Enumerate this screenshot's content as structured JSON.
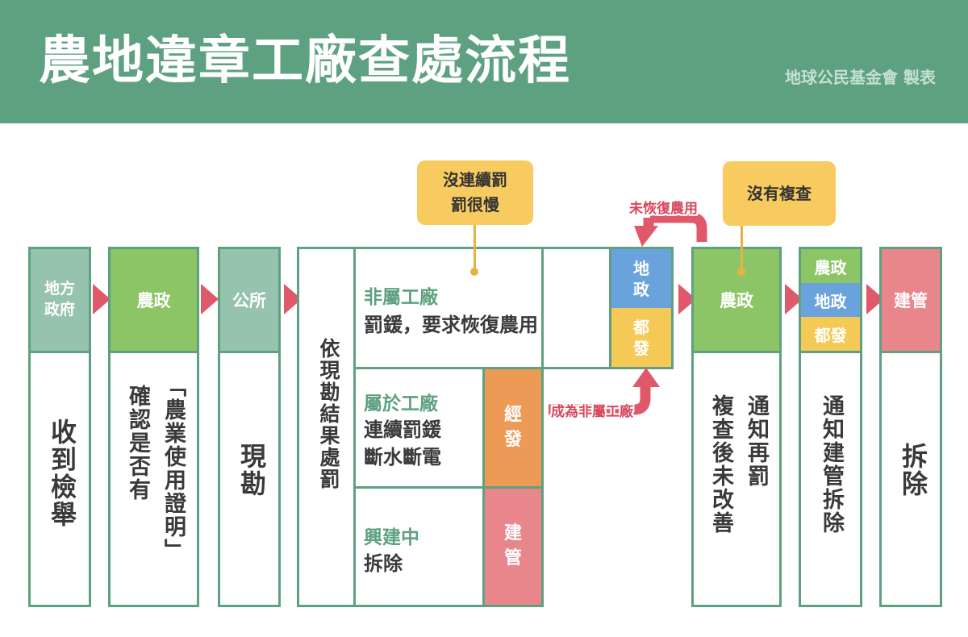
{
  "header": {
    "title": "農地違章工廠查處流程",
    "credit": "地球公民基金會 製表"
  },
  "flow": {
    "step1": {
      "top": "地方\n政府",
      "body": "收到檢舉"
    },
    "step2": {
      "top": "農政",
      "body_line1": "「農業使用證明」",
      "body_line2": "確認是否有"
    },
    "step3": {
      "top": "公所",
      "body": "現勘"
    },
    "step4": {
      "side": "依現勘結果處罰",
      "branch_a": {
        "title": "非屬工廠",
        "desc": "罰鍰，要求恢復農用",
        "agency_top": "地\n政",
        "agency_bottom": "都\n發"
      },
      "branch_b": {
        "title": "屬於工廠",
        "desc_line1": "連續罰鍰",
        "desc_line2": "斷水斷電",
        "agency": "經\n發"
      },
      "branch_c": {
        "title": "興建中",
        "desc": "拆除",
        "agency": "建\n管"
      }
    },
    "step5": {
      "top": "農政",
      "body_line1": "通知再罰",
      "body_line2": "複查後未改善"
    },
    "step6": {
      "top_1": "農政",
      "top_2": "地政",
      "top_3": "都發",
      "body": "通知建管拆除"
    },
    "step7": {
      "top": "建管",
      "body": "拆除"
    }
  },
  "annotations": {
    "callout_left": "沒連續罰\n罰很慢",
    "callout_right": "沒有複查",
    "loop_top": "未恢復農用",
    "loop_bottom": "成為非屬工廠"
  },
  "colors": {
    "header": "#5ea180",
    "border": "#5ea180",
    "mid_green": "#96c3ad",
    "light_green": "#8cc565",
    "blue": "#6aa2db",
    "yellow": "#f5c955",
    "orange": "#ec9a56",
    "pink": "#e8868b",
    "arrow_red": "#e0596b",
    "callout": "#f7cb5f"
  }
}
